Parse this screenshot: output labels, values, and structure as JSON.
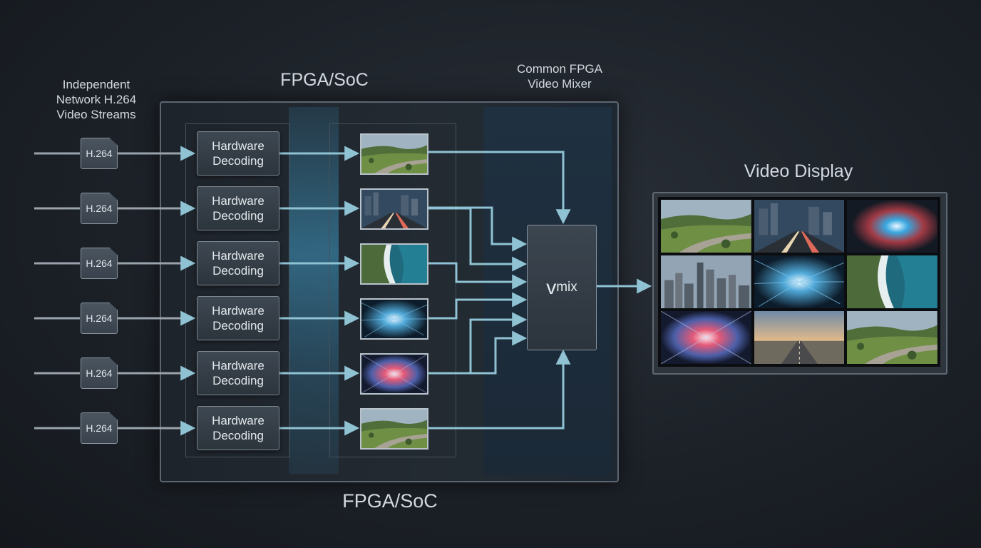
{
  "labels": {
    "inputs": [
      "Independent",
      "Network H.264",
      "Video Streams"
    ],
    "fpga_top": "FPGA/SoC",
    "fpga_bottom": "FPGA/SoC",
    "mixer": [
      "Common FPGA",
      "Video Mixer"
    ],
    "display": "Video Display"
  },
  "streams": [
    {
      "codec": "H.264",
      "decoder": [
        "Hardware",
        "Decoding"
      ],
      "scene": "landscape-river"
    },
    {
      "codec": "H.264",
      "decoder": [
        "Hardware",
        "Decoding"
      ],
      "scene": "city-traffic"
    },
    {
      "codec": "H.264",
      "decoder": [
        "Hardware",
        "Decoding"
      ],
      "scene": "coastline"
    },
    {
      "codec": "H.264",
      "decoder": [
        "Hardware",
        "Decoding"
      ],
      "scene": "blue-warp"
    },
    {
      "codec": "H.264",
      "decoder": [
        "Hardware",
        "Decoding"
      ],
      "scene": "pink-warp"
    },
    {
      "codec": "H.264",
      "decoder": [
        "Hardware",
        "Decoding"
      ],
      "scene": "landscape-river"
    }
  ],
  "mixer": {
    "symbol": "v",
    "subscript": "mix"
  },
  "display_tiles": [
    "landscape-river",
    "city-traffic",
    "red-blue-warp",
    "city-skyline",
    "blue-warp",
    "coastline",
    "pink-warp",
    "road-sunset",
    "landscape-river"
  ],
  "colors": {
    "arrow": "#8fc2d2",
    "stream_line": "#9aa3ac",
    "glow": "#4fb4e0",
    "background": "#1c2128"
  }
}
